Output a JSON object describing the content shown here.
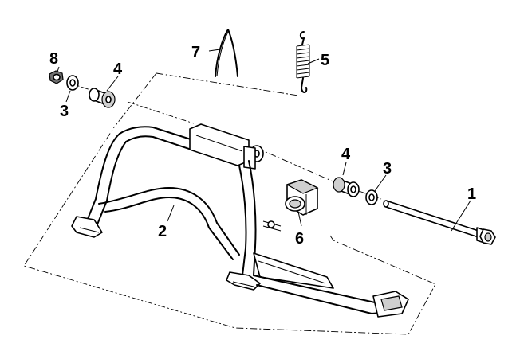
{
  "callouts": {
    "c1": "1",
    "c2": "2",
    "c3a": "3",
    "c3b": "3",
    "c4a": "4",
    "c4b": "4",
    "c5": "5",
    "c6": "6",
    "c7": "7",
    "c8": "8"
  }
}
